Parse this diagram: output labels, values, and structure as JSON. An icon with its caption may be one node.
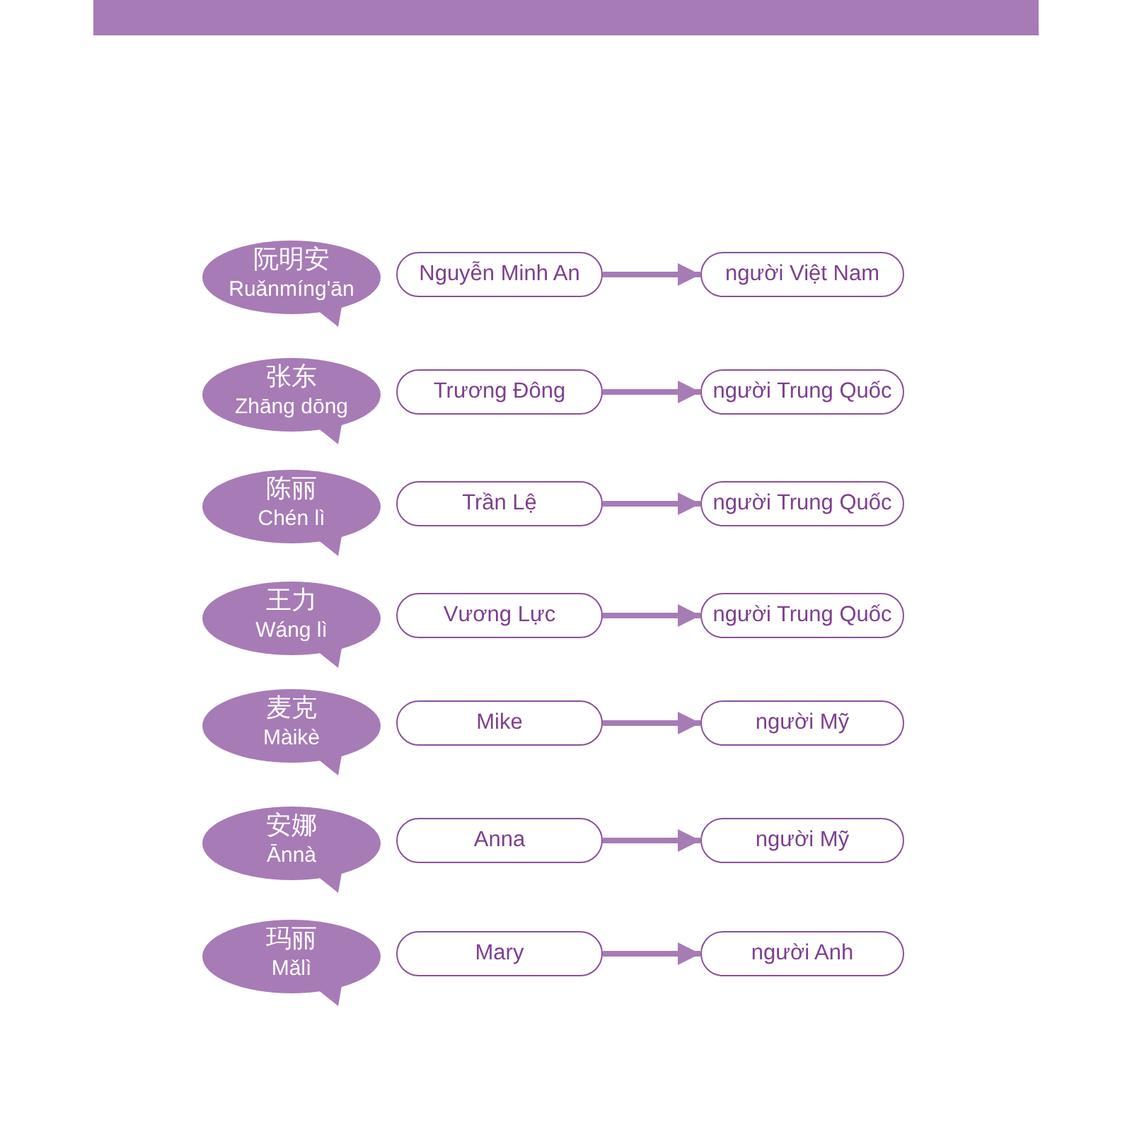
{
  "diagram": {
    "nodes": [
      {
        "text": [
          "阮明安",
          "Ruǎnmíng'ān"
        ]
      },
      {
        "text": [
          "Nguyễn Minh An"
        ]
      },
      {
        "text": [
          "người Việt Nam"
        ]
      },
      {
        "text": [
          "张东",
          "Zhāng dōng"
        ]
      },
      {
        "text": [
          "Trương Đông"
        ]
      },
      {
        "text": [
          "người Trung Quốc"
        ]
      },
      {
        "text": [
          "陈丽",
          "Chén lì"
        ]
      },
      {
        "text": [
          "Trần Lệ"
        ]
      },
      {
        "text": [
          "người Trung Quốc"
        ]
      },
      {
        "text": [
          "王力",
          "Wáng lì"
        ]
      },
      {
        "text": [
          "Vương Lực"
        ]
      },
      {
        "text": [
          "người Trung Quốc"
        ]
      },
      {
        "text": [
          "麦克",
          "Màikè"
        ]
      },
      {
        "text": [
          "Mike"
        ]
      },
      {
        "text": [
          "người Mỹ"
        ]
      },
      {
        "text": [
          "安娜",
          "Ānnà"
        ]
      },
      {
        "text": [
          "Anna"
        ]
      },
      {
        "text": [
          "người Mỹ"
        ]
      },
      {
        "text": [
          "玛丽",
          "Mǎlì"
        ]
      },
      {
        "text": [
          "Mary"
        ]
      },
      {
        "text": [
          "người Anh"
        ]
      }
    ],
    "edges": [
      {
        "from": 1,
        "to": 2,
        "arrow": "to"
      },
      {
        "from": 4,
        "to": 5,
        "arrow": "to"
      },
      {
        "from": 7,
        "to": 8,
        "arrow": "to"
      },
      {
        "from": 10,
        "to": 11,
        "arrow": "to"
      },
      {
        "from": 13,
        "to": 14,
        "arrow": "to"
      },
      {
        "from": 16,
        "to": 17,
        "arrow": "to"
      },
      {
        "from": 19,
        "to": 20,
        "arrow": "to"
      }
    ]
  }
}
